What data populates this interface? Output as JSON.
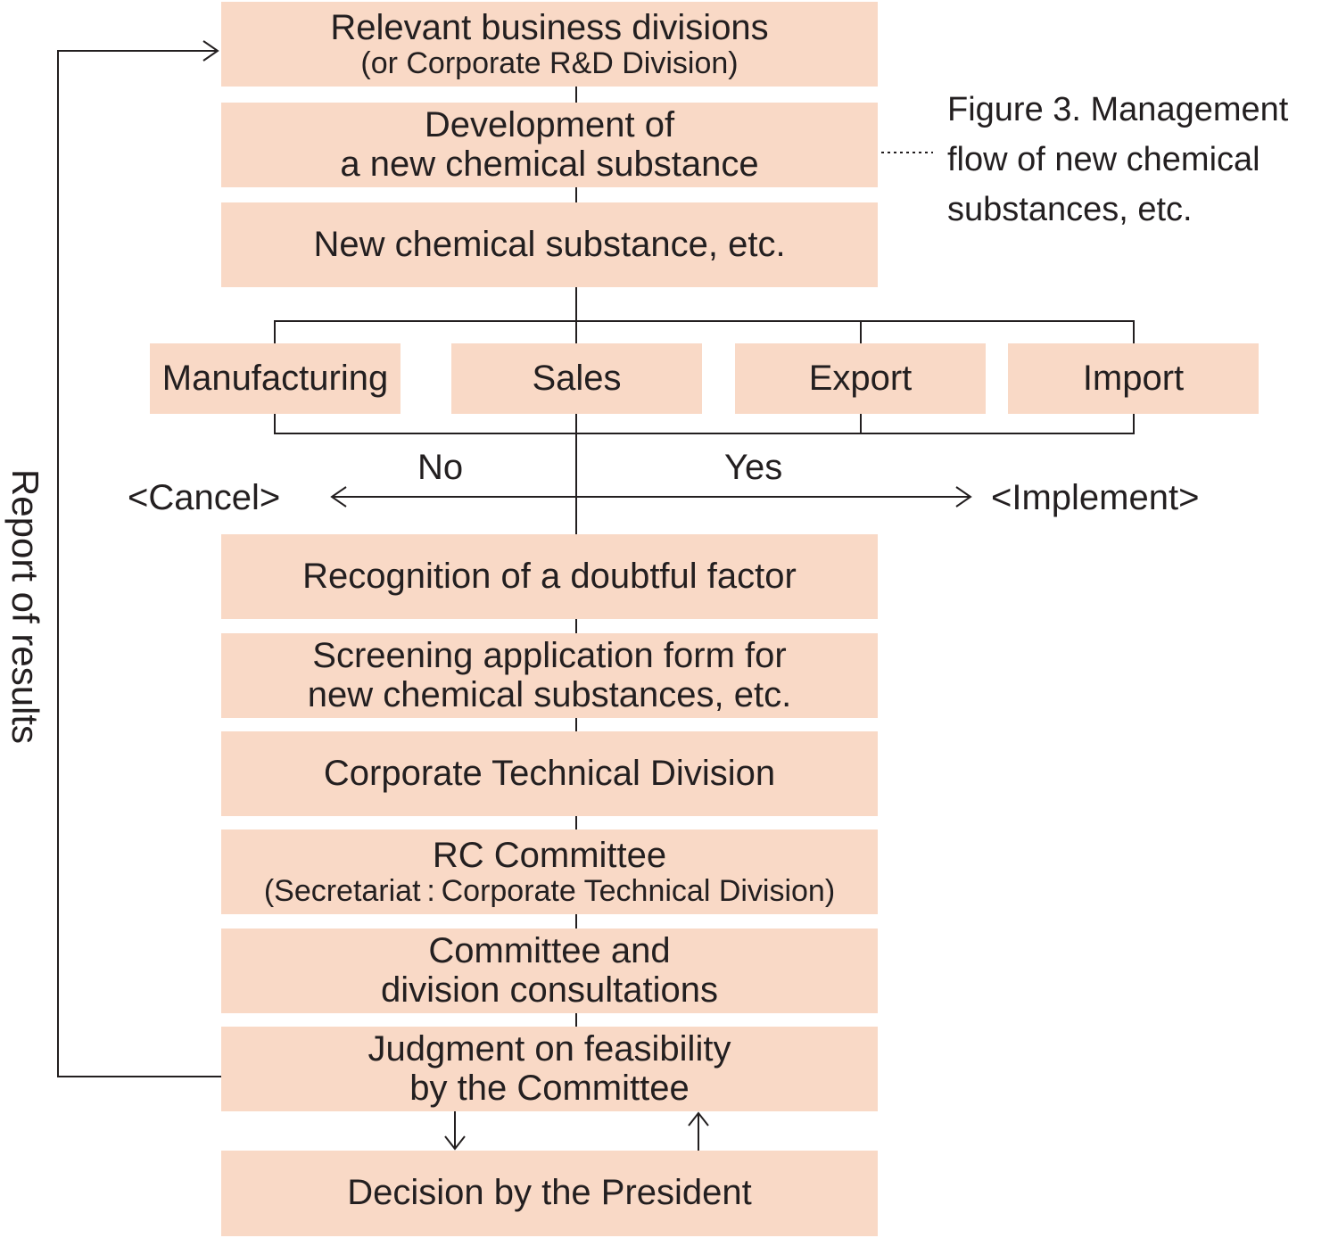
{
  "caption": [
    "Figure 3. Management",
    "flow of new chemical",
    "substances, etc."
  ],
  "side_label": "Report of results",
  "top_boxes": {
    "business_divisions": [
      "Relevant business divisions",
      "(or Corporate R&D Division)"
    ],
    "development": [
      "Development of",
      "a new chemical substance"
    ],
    "new_substance": "New chemical substance, etc."
  },
  "activities": [
    "Manufacturing",
    "Sales",
    "Export",
    "Import"
  ],
  "decision": {
    "no": "No",
    "yes": "Yes",
    "cancel": "<Cancel>",
    "implement": "<Implement>"
  },
  "process_boxes": {
    "recognition": "Recognition of a doubtful factor",
    "screening": [
      "Screening application form for",
      "new chemical substances, etc."
    ],
    "technical_division": "Corporate Technical Division",
    "rc_committee": [
      "RC Committee",
      "(Secretariat : Corporate Technical Division)"
    ],
    "consultations": [
      "Committee and",
      "division consultations"
    ],
    "judgment": [
      "Judgment on feasibility",
      "by the Committee"
    ],
    "president": "Decision by the President"
  }
}
